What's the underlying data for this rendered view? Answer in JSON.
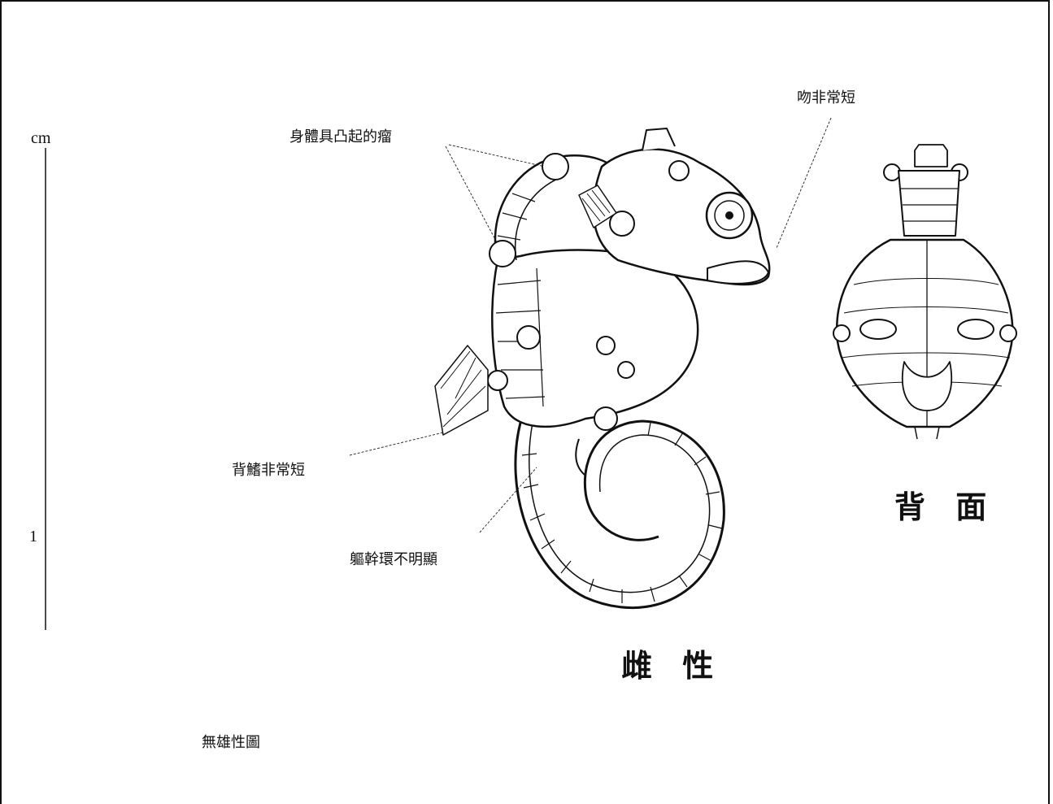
{
  "scale": {
    "unit": "cm",
    "mark": "1"
  },
  "labels": {
    "body_tubercles": "身體具凸起的瘤",
    "snout": "吻非常短",
    "dorsal_fin": "背鰭非常短",
    "trunk_rings": "軀幹環不明顯"
  },
  "views": {
    "female": "雌 性",
    "dorsal": "背 面"
  },
  "note": "無雄性圖",
  "icons": {
    "seahorse_lateral": "seahorse-lateral-icon",
    "seahorse_dorsal": "seahorse-dorsal-icon"
  }
}
